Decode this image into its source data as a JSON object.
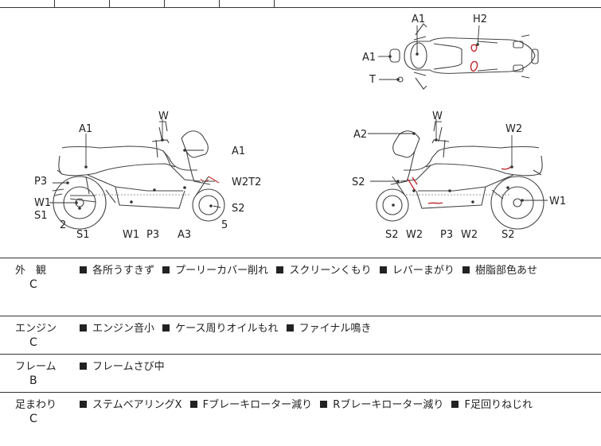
{
  "labels": {
    "top": {
      "a1_top": "A1",
      "h2": "H2",
      "a1_left": "A1",
      "t": "T"
    },
    "left": {
      "w": "W",
      "a1_tl": "A1",
      "a1_r": "A1",
      "w2t2": "W2T2",
      "p3": "P3",
      "w1": "W1",
      "s1_side": "S1",
      "num2": "2",
      "s1": "S1",
      "w1_b": "W1",
      "p3_b": "P3",
      "a3": "A3",
      "num5": "5",
      "s2": "S2"
    },
    "right": {
      "w": "W",
      "a2": "A2",
      "w2_top": "W2",
      "s2_left": "S2",
      "w1": "W1",
      "s2_b": "S2",
      "w2_b": "W2",
      "p3_b": "P3",
      "w2_b2": "W2",
      "s2_b2": "S2"
    }
  },
  "rows": [
    {
      "category": "外　観",
      "grade": "C",
      "notes": [
        "各所うすきず",
        "プーリーカバー削れ",
        "スクリーンくもり",
        "レバーまがり",
        "樹脂部色あせ"
      ]
    },
    {
      "category": "エンジン",
      "grade": "C",
      "notes": [
        "エンジン音小",
        "ケース周りオイルもれ",
        "ファイナル鳴き"
      ]
    },
    {
      "category": "フレーム",
      "grade": "B",
      "notes": [
        "フレームさび中"
      ]
    },
    {
      "category": "足まわり",
      "grade": "C",
      "notes": [
        "ステムベアリングX",
        "Fブレーキローター減り",
        "Rブレーキローター減り",
        "F足回りねじれ"
      ]
    }
  ]
}
